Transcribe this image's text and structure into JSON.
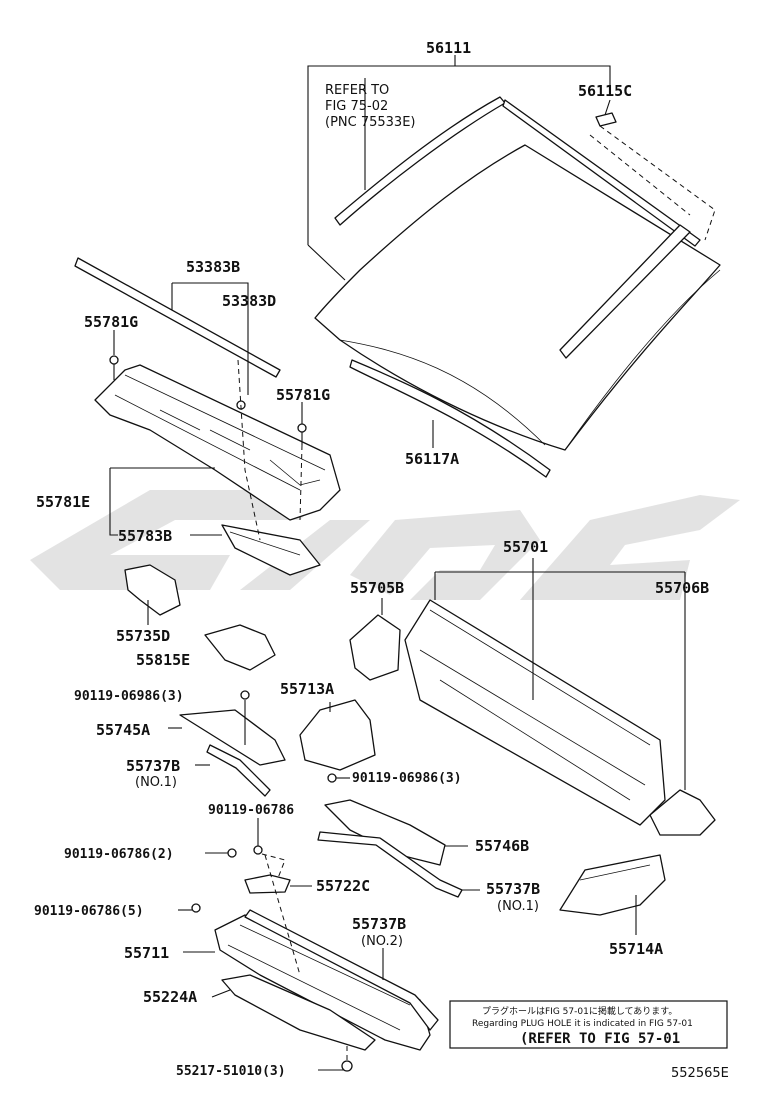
{
  "diagram": {
    "id_code": "552565E",
    "refer_block": [
      "REFER TO",
      "FIG 75-02",
      "(PNC 75533E)"
    ],
    "note": {
      "line1": "プラグホールはFIG 57-01に掲載してあります。",
      "line2": "Regarding  PLUG HOLE  it is indicated in FIG 57-01",
      "line3": "(REFER TO FIG 57-01"
    },
    "labels": {
      "p56111": "56111",
      "p56115C": "56115C",
      "p53383B": "53383B",
      "p53383D": "53383D",
      "p55781G_a": "55781G",
      "p55781G_b": "55781G",
      "p56117A": "56117A",
      "p55781E": "55781E",
      "p55783B": "55783B",
      "p55701": "55701",
      "p55705B": "55705B",
      "p55706B": "55706B",
      "p55735D": "55735D",
      "p55815E": "55815E",
      "p90119_06986_3a": "90119-06986(3)",
      "p55713A": "55713A",
      "p55745A": "55745A",
      "p55737B_1": "55737B",
      "p55737B_1_sub": "(NO.1)",
      "p90119_06986_3b": "90119-06986(3)",
      "p90119_06786": "90119-06786",
      "p55746B": "55746B",
      "p90119_06786_2": "90119-06786(2)",
      "p55722C": "55722C",
      "p55737B_2": "55737B",
      "p55737B_2_sub": "(NO.1)",
      "p90119_06786_5": "90119-06786(5)",
      "p55714A": "55714A",
      "p55737B_3": "55737B",
      "p55737B_3_sub": "(NO.2)",
      "p55711": "55711",
      "p55224A": "55224A",
      "p55217_51010_3": "55217-51010(3)"
    }
  }
}
